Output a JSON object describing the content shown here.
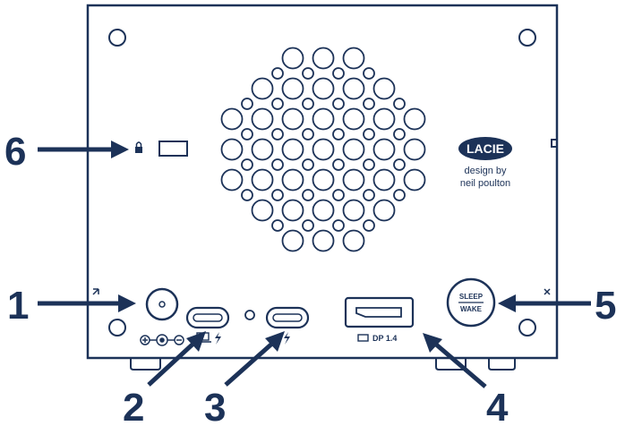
{
  "callouts": {
    "power": "1",
    "usb_c_computer": "2",
    "usb_c_thunderbolt": "3",
    "displayport": "4",
    "sleep_wake": "5",
    "security_lock": "6"
  },
  "brand": {
    "logo_text": "LACIE",
    "tagline_1": "design by",
    "tagline_2": "neil poulton"
  },
  "ports": {
    "displayport_label": "DP 1.4",
    "sleep_label": "SLEEP",
    "wake_label": "WAKE"
  },
  "icons": {
    "lock": "lock-icon",
    "dc_polarity": "dc-polarity-icon",
    "computer": "laptop-icon",
    "thunderbolt": "thunderbolt-icon"
  },
  "colors": {
    "outline": "#1c3258",
    "arrow": "#1c3258",
    "logo_fill": "#1c3258",
    "background": "#ffffff"
  }
}
